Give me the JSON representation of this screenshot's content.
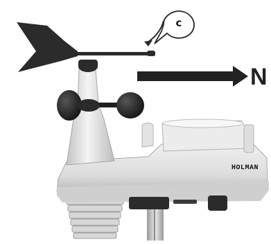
{
  "callout": {
    "label": "c"
  },
  "direction": {
    "label": "N"
  },
  "brand": {
    "label": "HOLMAN"
  },
  "colors": {
    "dark_part": "#2b2b2b",
    "body_light": "#e6e6e6",
    "body_shade": "#bdbdbd",
    "arrow": "#222222"
  }
}
